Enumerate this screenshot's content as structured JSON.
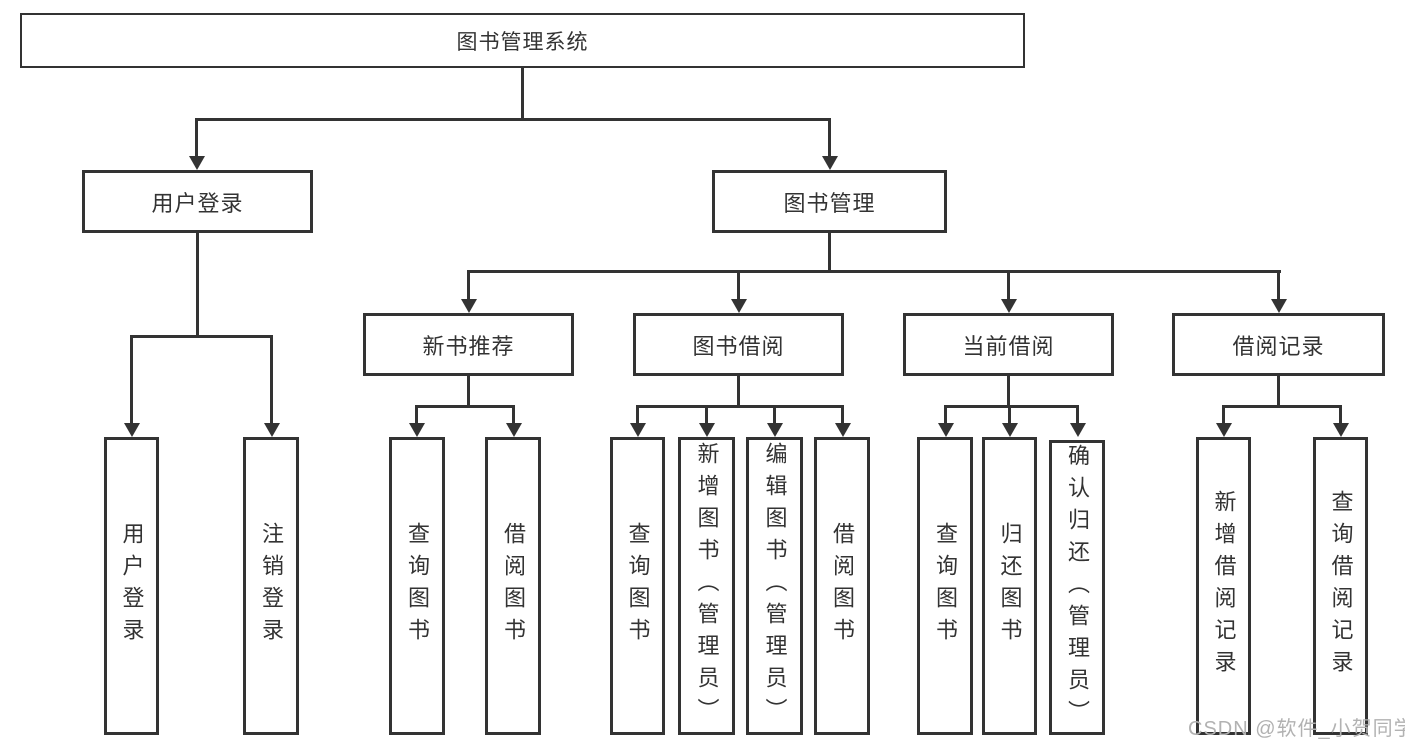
{
  "nodes": {
    "root": "图书管理系统",
    "user_login": "用户登录",
    "book_mgmt": "图书管理",
    "new_book_rec": "新书推荐",
    "book_borrow": "图书借阅",
    "current_borrow": "当前借阅",
    "borrow_records": "借阅记录",
    "leaf_user_login": "用户登录",
    "leaf_logout": "注销登录",
    "leaf_nbr_query_book": "查询图书",
    "leaf_nbr_borrow_book": "借阅图书",
    "leaf_bb_query_book": "查询图书",
    "leaf_bb_add_book": "新增图书（管理员）",
    "leaf_bb_edit_book": "编辑图书（管理员）",
    "leaf_bb_borrow_book": "借阅图书",
    "leaf_cb_query_book": "查询图书",
    "leaf_cb_return_book": "归还图书",
    "leaf_cb_confirm_return": "确认归还（管理员）",
    "leaf_br_add_record": "新增借阅记录",
    "leaf_br_query_record": "查询借阅记录"
  },
  "watermark": "CSDN @软件_小贺同学",
  "colors": {
    "line": "#333333",
    "background": "#ffffff",
    "watermark": "#b2b2b2"
  }
}
